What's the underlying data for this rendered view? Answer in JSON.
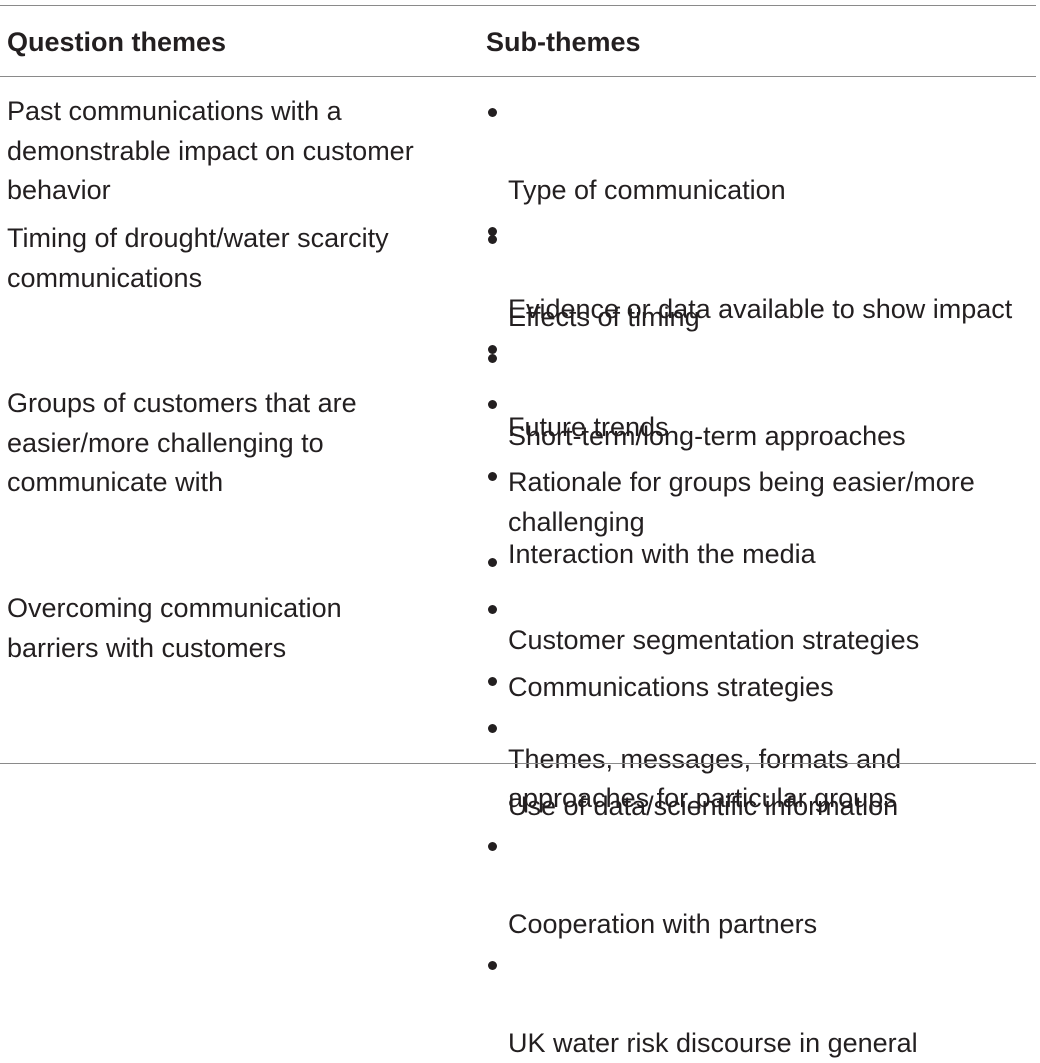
{
  "table": {
    "headers": {
      "col1": "Question themes",
      "col2": "Sub-themes"
    },
    "rows": [
      {
        "theme": "Past communications with a\ndemonstrable impact on customer\nbehavior",
        "subthemes": [
          "Type of communication",
          "Evidence or data available to show impact",
          "Future trends"
        ]
      },
      {
        "theme": "Timing of drought/water scarcity\ncommunications",
        "subthemes": [
          "Effects of timing",
          "Short-term/long-term approaches",
          "Interaction with the media"
        ]
      },
      {
        "theme": "Groups of customers that are\neasier/more challenging to\ncommunicate with",
        "subthemes": [
          "Rationale for groups being easier/more\nchallenging",
          "Customer segmentation strategies",
          "Themes, messages, formats and\napproaches for particular groups"
        ]
      },
      {
        "theme": "Overcoming communication\nbarriers with customers",
        "subthemes": [
          "Communications strategies",
          "Use of data/scientific information",
          "Cooperation with partners",
          "UK water risk discourse in general"
        ]
      }
    ]
  }
}
